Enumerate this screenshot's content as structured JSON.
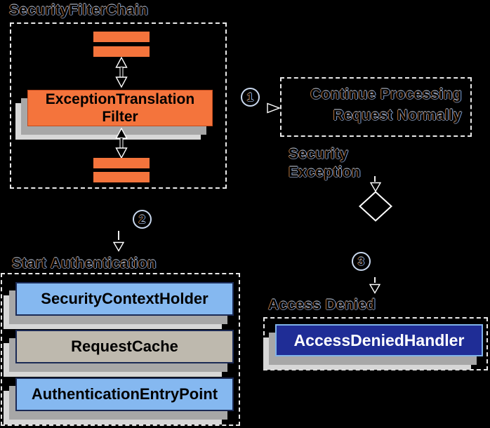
{
  "diagram": {
    "filter_chain": {
      "title": "SecurityFilterChain",
      "filter_name_line1": "ExceptionTranslation",
      "filter_name_line2": "Filter"
    },
    "step1": {
      "badge": "1",
      "outcome_line1": "Continue Processing",
      "outcome_line2": "Request Normally"
    },
    "exception_label": {
      "line1": "Security",
      "line2": "Exception"
    },
    "step2": {
      "badge": "2",
      "label": "Start Authentication",
      "components": [
        "SecurityContextHolder",
        "RequestCache",
        "AuthenticationEntryPoint"
      ]
    },
    "step3": {
      "badge": "3",
      "label": "Access Denied",
      "components": [
        "AccessDeniedHandler"
      ]
    },
    "colors": {
      "background": "#000000",
      "orange": "#f4743c",
      "light_blue": "#85b8f0",
      "navy_fill": "#1f2d96",
      "navy_border": "#1b2a55",
      "gray_fill": "#beb9ae",
      "shadow_gray": "#a7a7a7",
      "shadow_light": "#d7d7d7",
      "outline_white": "#e9e9e9"
    }
  }
}
